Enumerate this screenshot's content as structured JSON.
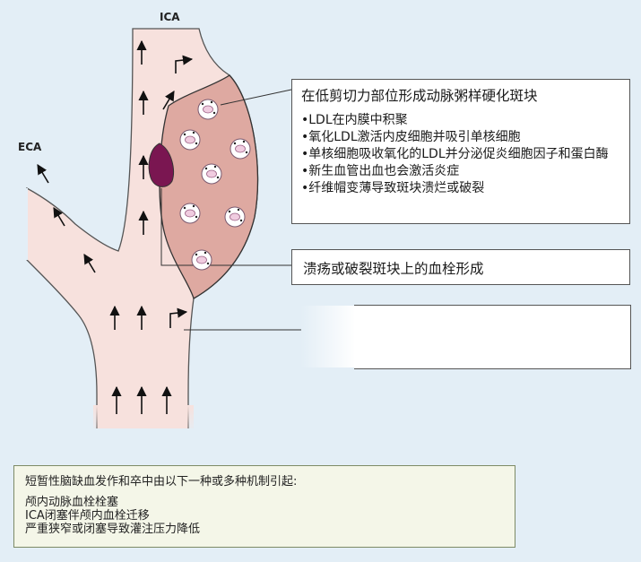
{
  "labels": {
    "ica": "ICA",
    "eca": "ECA"
  },
  "plaque_box": {
    "title": "在低剪切力部位形成动脉粥样硬化斑块",
    "items": [
      "•LDL在内膜中积聚",
      "•氧化LDL激活内皮细胞并吸引单核细胞",
      "•单核细胞吸收氧化的LDL并分泌促炎细胞因子和蛋白酶",
      "•新生血管出血也会激活炎症",
      "•纤维帽变薄导致斑块溃烂或破裂"
    ]
  },
  "thrombus_box": {
    "text": "溃疡或破裂斑块上的血栓形成"
  },
  "mechanism_box": {
    "title": "短暂性脑缺血发作和卒中由以下一种或多种机制引起:",
    "items": [
      "颅内动脉血栓栓塞",
      "ICA闭塞伴颅内血栓迁移",
      "严重狭窄或闭塞导致灌注压力降低"
    ]
  },
  "colors": {
    "background": "#e3eef6",
    "vessel_fill": "#f7e1dd",
    "plaque_fill": "#dea9a1",
    "thrombus_fill": "#7a1651",
    "cell_fill": "#ffffff",
    "cell_nucleus": "#f0cce0"
  },
  "icons": [
    "flow-arrow-icon",
    "turbulent-flow-arrow-icon",
    "monocyte-cell-icon"
  ]
}
